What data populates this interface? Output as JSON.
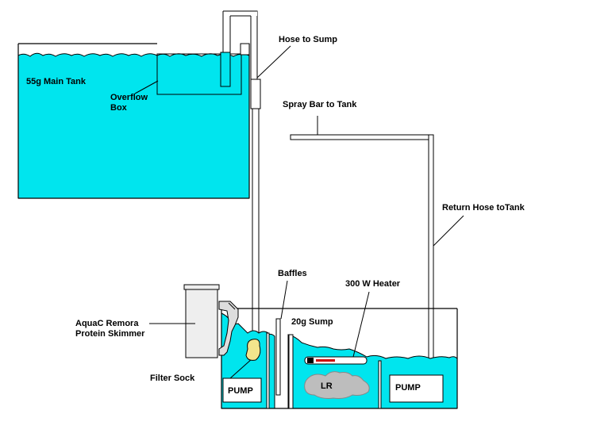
{
  "labels": {
    "main_tank": "55g Main Tank",
    "overflow_line1": "Overflow",
    "overflow_line2": "Box",
    "hose_to_sump": "Hose to Sump",
    "spray_bar": "Spray Bar to Tank",
    "return_hose": "Return Hose toTank",
    "baffles": "Baffles",
    "heater": "300 W Heater",
    "sump": "20g Sump",
    "skimmer_line1": "AquaC Remora",
    "skimmer_line2": "Protein Skimmer",
    "filter_sock": "Filter Sock",
    "pump_left": "PUMP",
    "pump_right": "PUMP",
    "live_rock": "LR"
  },
  "colors": {
    "water": "#00e5ee",
    "line": "#000000",
    "pipe": "#ffffff",
    "filter_sock": "#f2e58c",
    "rock": "#bdbdbd",
    "heater_red": "#cc0000",
    "skimmer_body": "#eeeeee"
  }
}
